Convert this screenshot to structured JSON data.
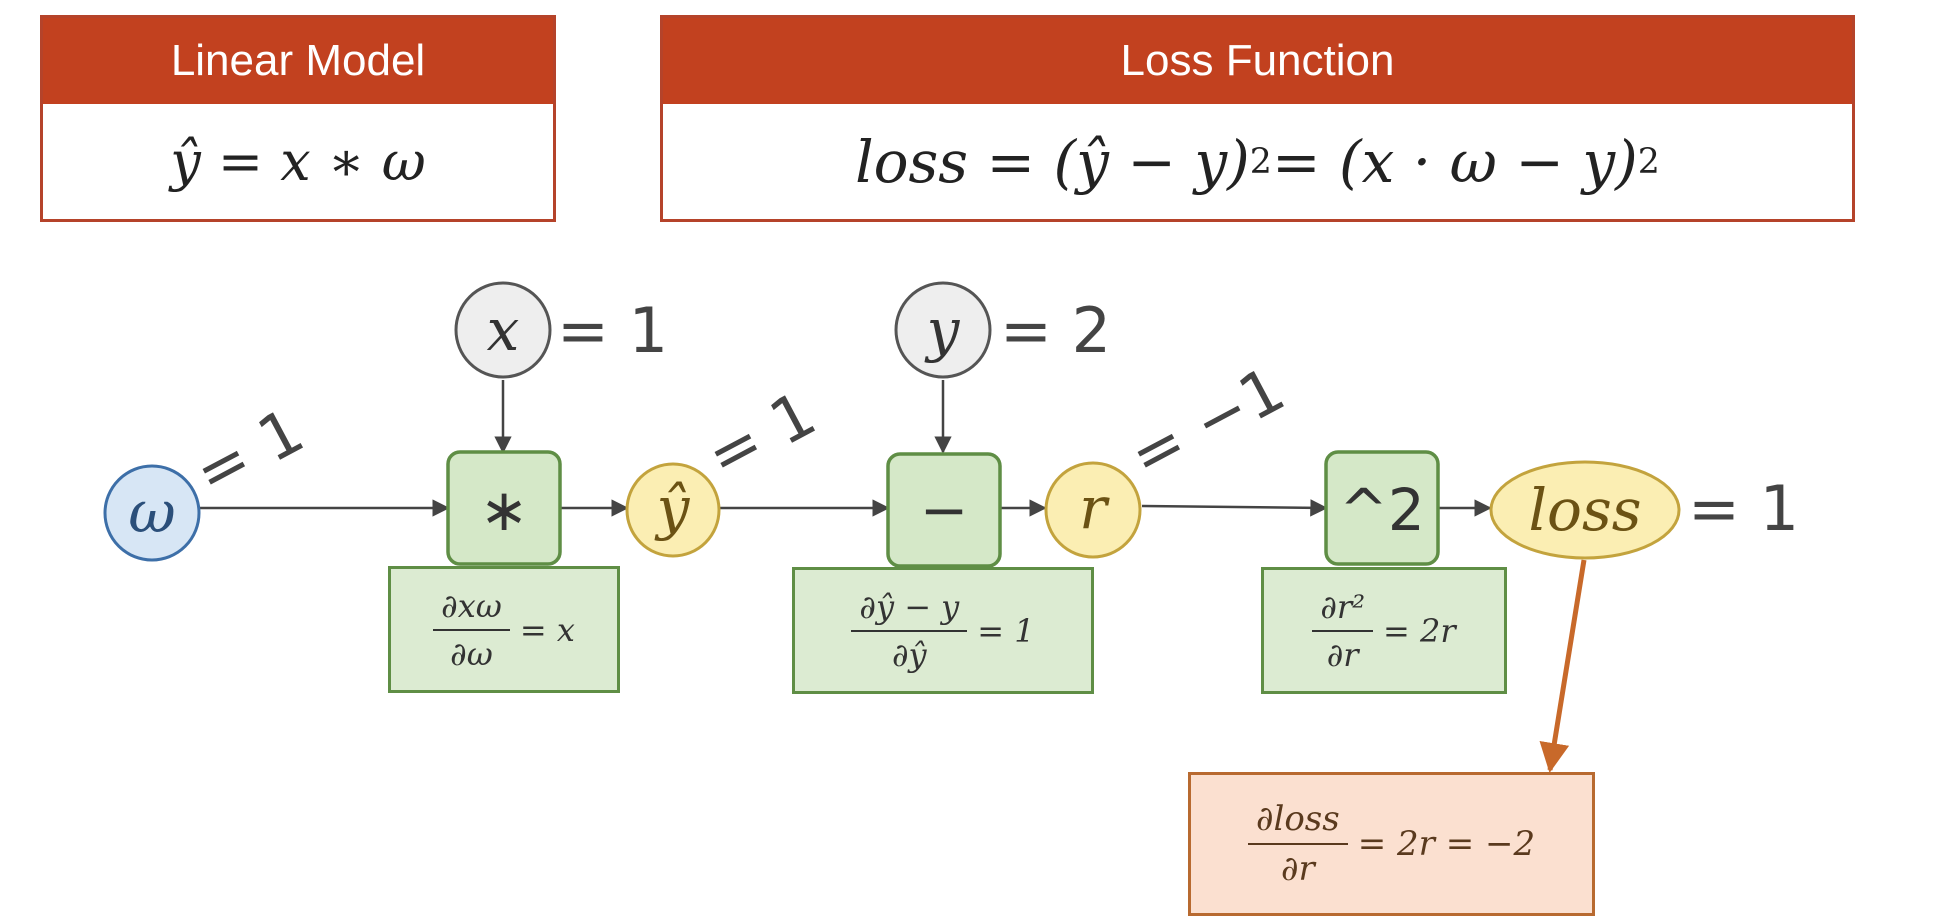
{
  "linear_model": {
    "title": "Linear Model",
    "formula": "ŷ = x ∗ ω"
  },
  "loss_function": {
    "title": "Loss Function",
    "formula_lhs": "loss = (ŷ − y)",
    "formula_exp1": "2",
    "formula_mid": "= (x · ω − y)",
    "formula_exp2": "2"
  },
  "nodes": {
    "omega": "ω",
    "x": "x",
    "x_value": "= 1",
    "y": "y",
    "y_value": "= 2",
    "y_hat": "ŷ",
    "r": "r",
    "loss": "loss",
    "loss_value": "= 1"
  },
  "operations": {
    "mul": "∗",
    "sub": "−",
    "square": "^2"
  },
  "edge_labels": {
    "omega": "= 1",
    "y_hat": "= 1",
    "r": "= −1"
  },
  "derivatives": {
    "mul": {
      "num": "∂xω",
      "den": "∂ω",
      "rhs": "= x"
    },
    "sub": {
      "num": "∂ŷ − y",
      "den": "∂ŷ",
      "rhs": "= 1"
    },
    "square": {
      "num": "∂r²",
      "den": "∂r",
      "rhs": "= 2r"
    },
    "loss": {
      "num": "∂loss",
      "den": "∂r",
      "rhs": "= 2r = −2"
    }
  },
  "colors": {
    "header_bar": "#c2411f",
    "omega_fill": "#d7e6f5",
    "omega_stroke": "#3d6fa8",
    "input_fill": "#eeeeee",
    "yellow_fill": "#fbeeb3",
    "yellow_stroke": "#c3a33d",
    "op_fill": "#d5e8c8",
    "op_stroke": "#5f8e45",
    "orange_arrow": "#c8692a"
  }
}
